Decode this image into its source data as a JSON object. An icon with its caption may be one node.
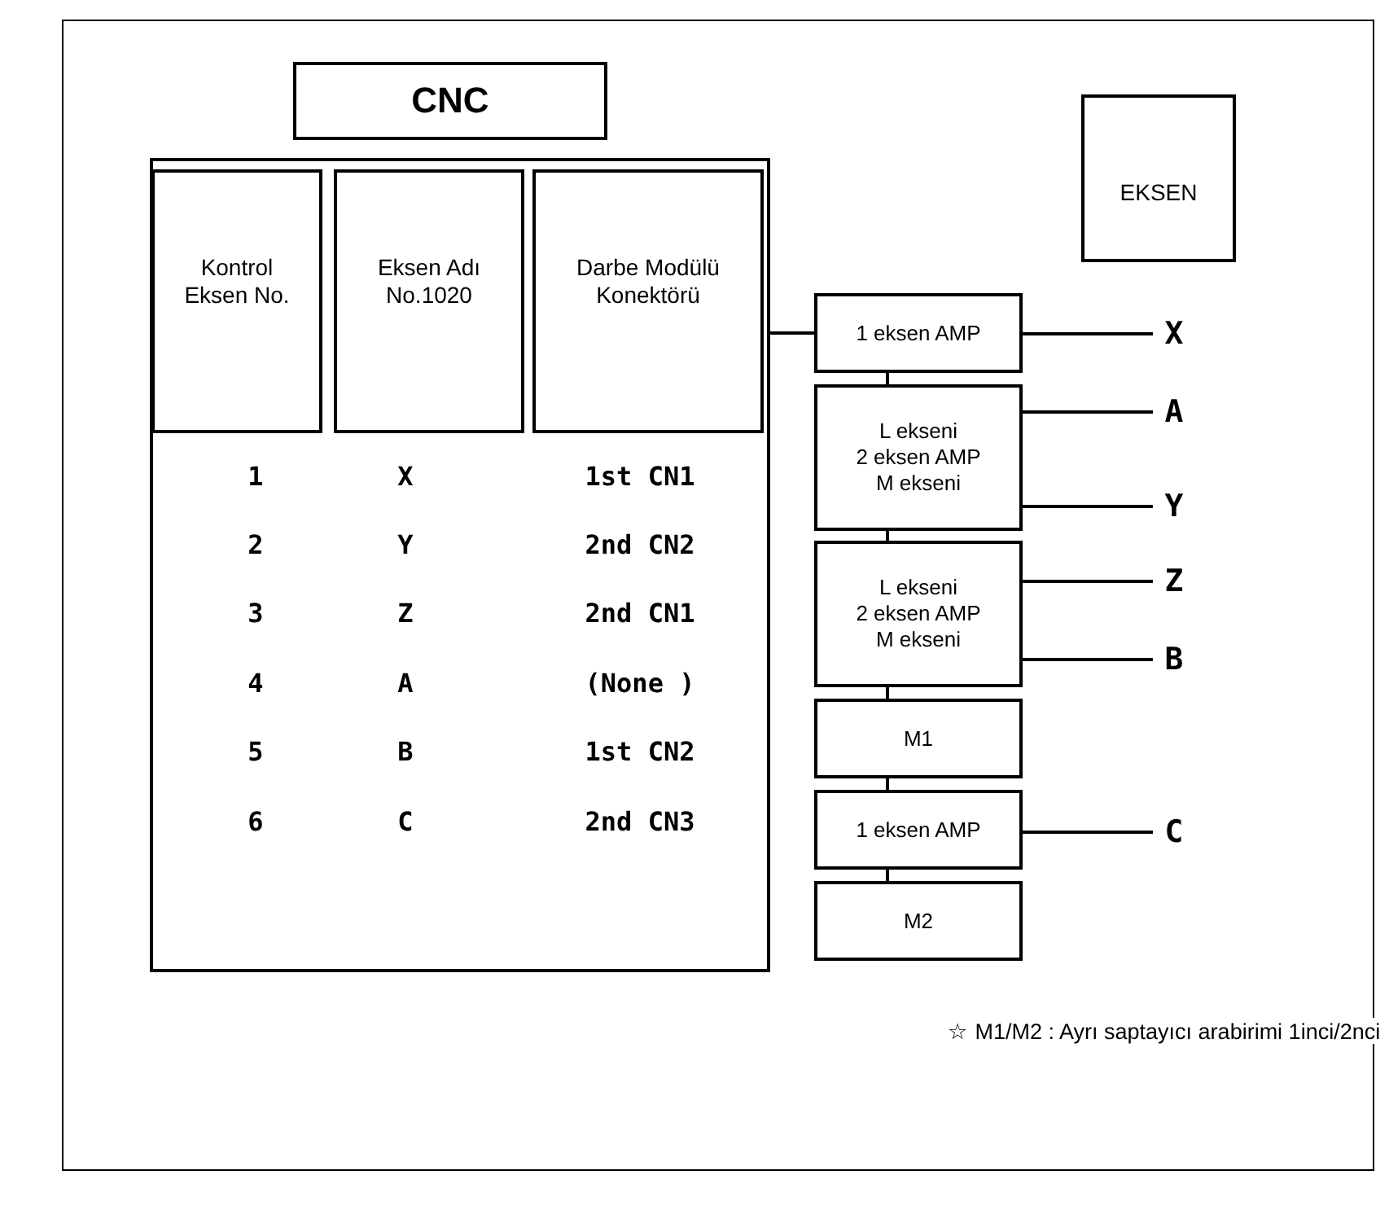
{
  "diagram": {
    "nodes": [
      {
        "text": [
          "CNC"
        ]
      },
      {
        "text": [],
        "shape": "box"
      },
      {
        "text": [
          "Kontrol Eksen No."
        ],
        "in": 1
      },
      {
        "text": [
          "Eksen Adı No.1020"
        ],
        "in": 1
      },
      {
        "text": [
          "Darbe Modülü Konektörü"
        ],
        "in": 1
      },
      {
        "text": [
          "EKSEN"
        ]
      },
      {
        "text": [
          "1 eksen AMP"
        ]
      },
      {
        "text": [
          "L ekseni",
          "2 eksen AMP",
          "M ekseni"
        ]
      },
      {
        "text": [
          "L ekseni",
          "2 eksen AMP",
          "M ekseni"
        ]
      },
      {
        "text": [
          "M1"
        ]
      },
      {
        "text": [
          "1 eksen AMP"
        ]
      },
      {
        "text": [
          "M2"
        ]
      },
      {
        "text": [
          "X"
        ]
      },
      {
        "text": [
          "A"
        ]
      },
      {
        "text": [
          "Y"
        ]
      },
      {
        "text": [
          "Z"
        ]
      },
      {
        "text": [
          "B"
        ]
      },
      {
        "text": [
          "C"
        ]
      }
    ],
    "edges": [
      {
        "from": 1,
        "to": 6,
        "arrow": "none"
      },
      {
        "from": 6,
        "to": 7,
        "arrow": "none"
      },
      {
        "from": 7,
        "to": 8,
        "arrow": "none"
      },
      {
        "from": 8,
        "to": 9,
        "arrow": "none"
      },
      {
        "from": 9,
        "to": 10,
        "arrow": "none"
      },
      {
        "from": 10,
        "to": 11,
        "arrow": "none"
      },
      {
        "from": 6,
        "to": 12,
        "arrow": "none"
      },
      {
        "from": 7,
        "to": 13,
        "arrow": "none"
      },
      {
        "from": 7,
        "to": 14,
        "arrow": "none"
      },
      {
        "from": 8,
        "to": 15,
        "arrow": "none"
      },
      {
        "from": 8,
        "to": 16,
        "arrow": "none"
      },
      {
        "from": 10,
        "to": 17,
        "arrow": "none"
      }
    ],
    "labels": [
      "1",
      "X",
      "1st CN1",
      "2",
      "Y",
      "2nd CN2",
      "3",
      "Z",
      "2nd CN1",
      "4",
      "A",
      "(None )",
      "5",
      "B",
      "1st CN2",
      "6",
      "C",
      "2nd CN3",
      "☆ M1/M2 : Ayrı saptayıcı arabirimi 1inci/2nci"
    ]
  }
}
